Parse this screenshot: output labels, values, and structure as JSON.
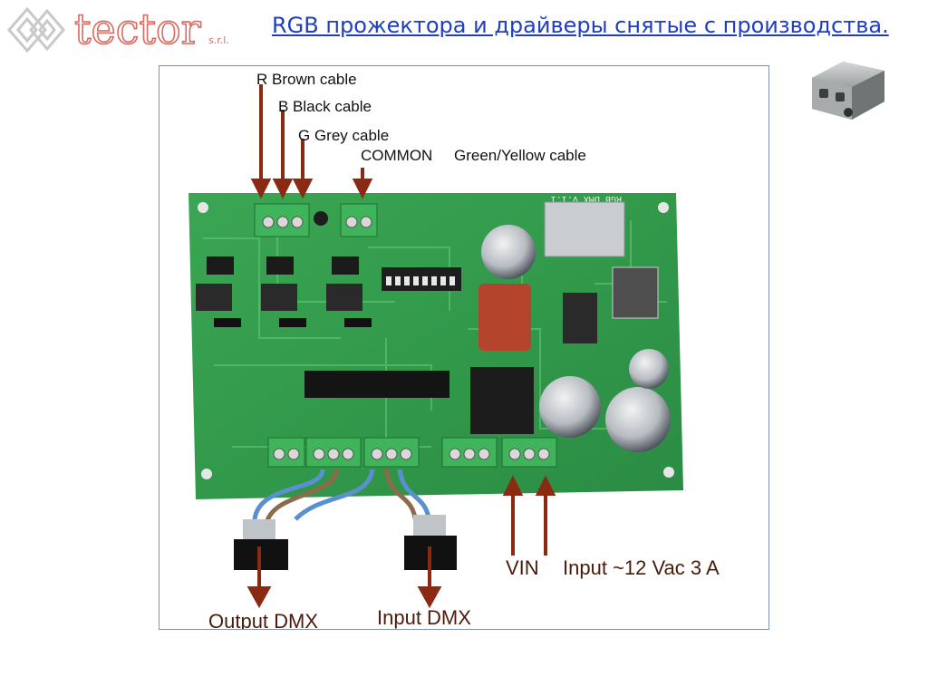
{
  "header": {
    "logo_text": "tector",
    "logo_suffix": "s.r.l.",
    "title": "RGB прожектора и драйверы снятые с производства."
  },
  "labels": {
    "r_cable": "R Brown cable",
    "b_cable": "B Black cable",
    "g_cable": "G Grey cable",
    "common": "COMMON",
    "common_cable": "Green/Yellow cable",
    "vin": "VIN",
    "input_voltage": "Input ~12 Vac 3 A",
    "output_dmx": "Output DMX",
    "input_dmx": "Input DMX"
  },
  "board": {
    "silkscreen_version": "RGB DMX v.1.1"
  },
  "colors": {
    "title_link": "#1f3fbf",
    "pcb_green": "#2f9a48",
    "terminal_green": "#3fb45a",
    "arrow_brown": "#8a2a12",
    "frame_border": "#7f8fb8"
  }
}
